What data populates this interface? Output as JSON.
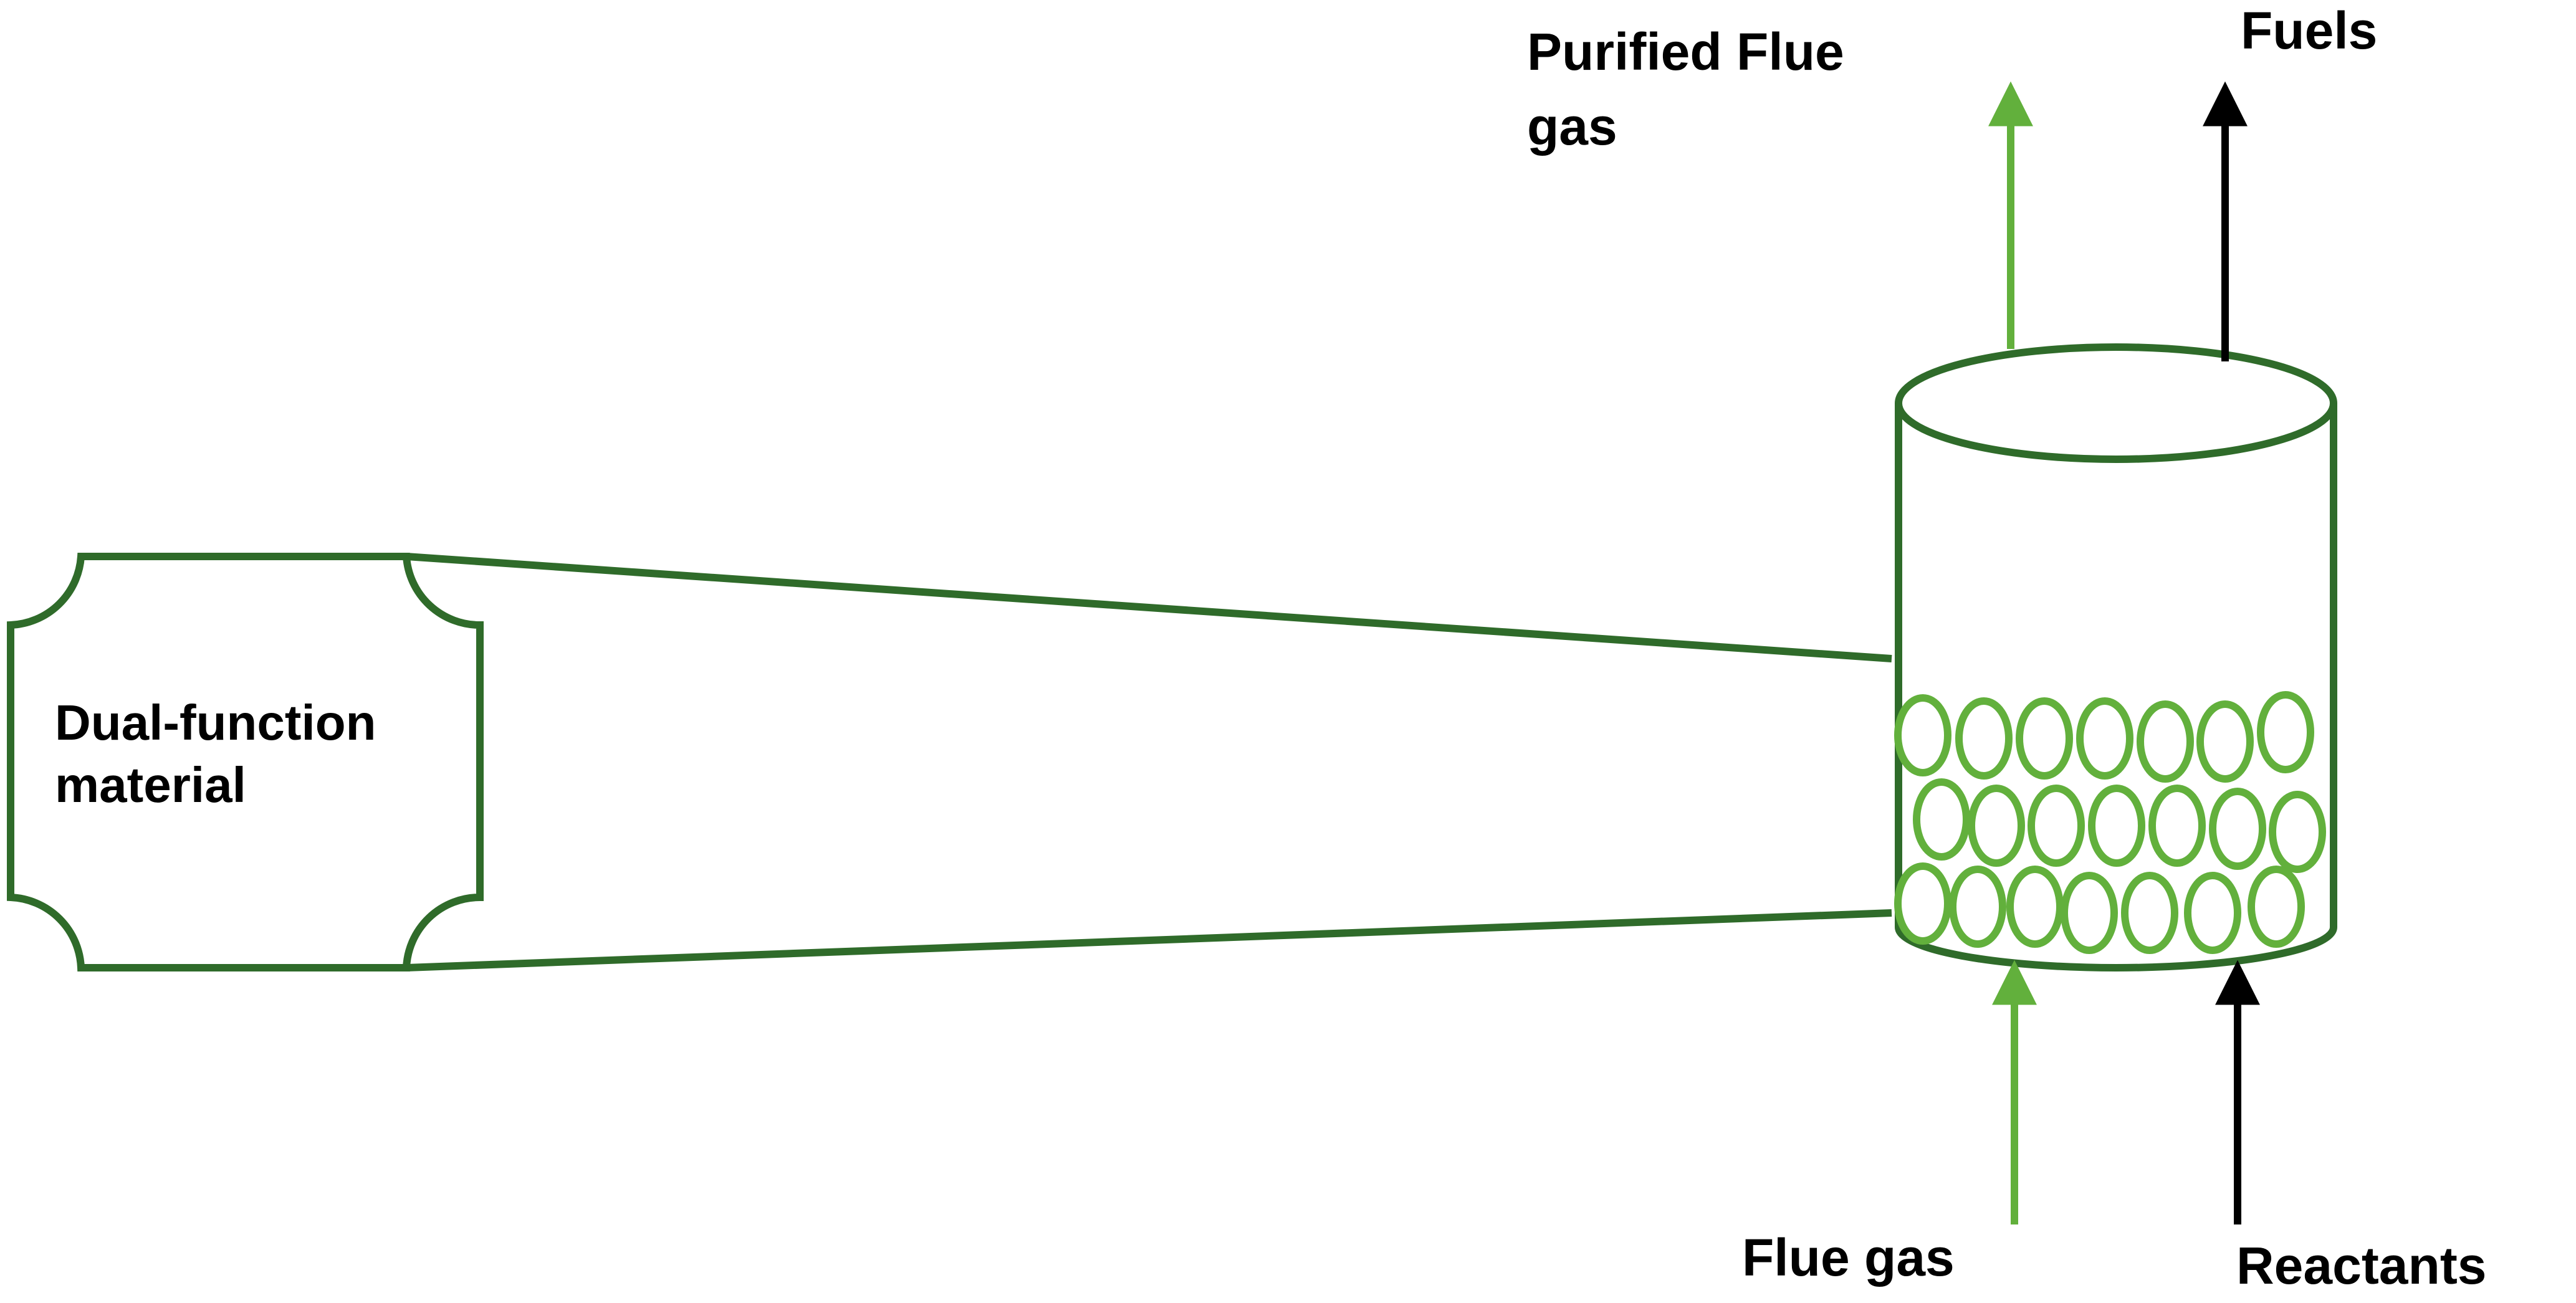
{
  "labels": {
    "dfm_line1": "Dual-function",
    "dfm_line2": "material",
    "purified_line1": "Purified Flue",
    "purified_line2": "gas",
    "fuels": "Fuels",
    "flue_gas": "Flue gas",
    "reactants": "Reactants"
  },
  "colors": {
    "dark_green": "#2f6b2a",
    "light_green": "#62b03c",
    "black": "#000000",
    "background": "#ffffff"
  }
}
